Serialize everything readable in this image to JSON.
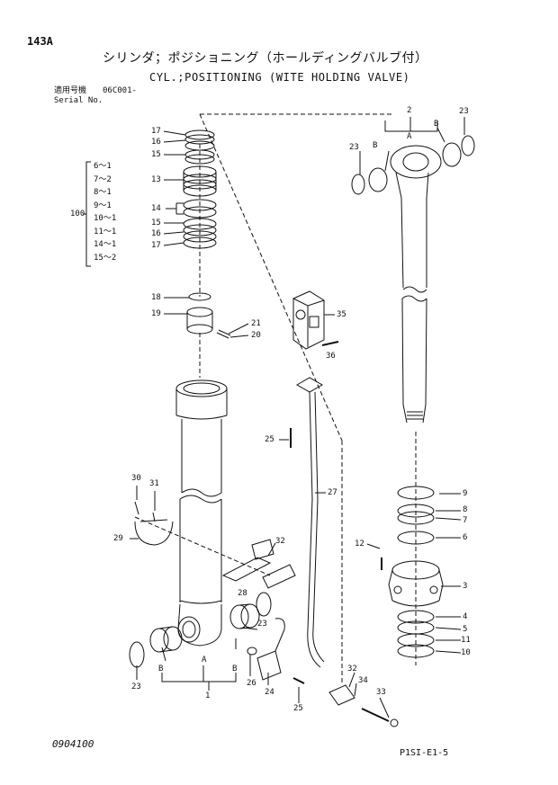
{
  "header": {
    "page_number": "143A",
    "title_jp": "シリンダ；ポジショニング（ホールディングバルブ付）",
    "title_en": "CYL.;POSITIONING (WITE HOLDING VALVE)"
  },
  "serial": {
    "label_jp": "適用号機",
    "value": "06C001-",
    "label_en": "Serial No."
  },
  "kit": {
    "number": "100",
    "items": [
      "6～1",
      "7～2",
      "8～1",
      "9～1",
      "10～1",
      "11～1",
      "14～1",
      "15～2"
    ]
  },
  "callouts": {
    "c17a": "17",
    "c16a": "16",
    "c15a": "15",
    "c13": "13",
    "c14": "14",
    "c15b": "15",
    "c16b": "16",
    "c17b": "17",
    "c18": "18",
    "c19": "19",
    "c21": "21",
    "c20": "20",
    "c35": "35",
    "c36": "36",
    "c25a": "25",
    "c27": "27",
    "c30": "30",
    "c31": "31",
    "c29": "29",
    "c32a": "32",
    "c28": "28",
    "c23a": "23",
    "c23b": "23",
    "c23c": "23",
    "c23d": "23",
    "c26": "26",
    "c24": "24",
    "c25b": "25",
    "c32b": "32",
    "c34": "34",
    "c33": "33",
    "c2": "2",
    "cA1": "A",
    "cB1": "B",
    "cB2": "B",
    "cA2": "A",
    "cB3": "B",
    "cB4": "B",
    "c1": "1",
    "c9": "9",
    "c8": "8",
    "c7": "7",
    "c6": "6",
    "c12": "12",
    "c3": "3",
    "c4": "4",
    "c5": "5",
    "c11": "11",
    "c10": "10"
  },
  "footer": {
    "code": "0904100",
    "ref": "P1SI-E1-5"
  }
}
